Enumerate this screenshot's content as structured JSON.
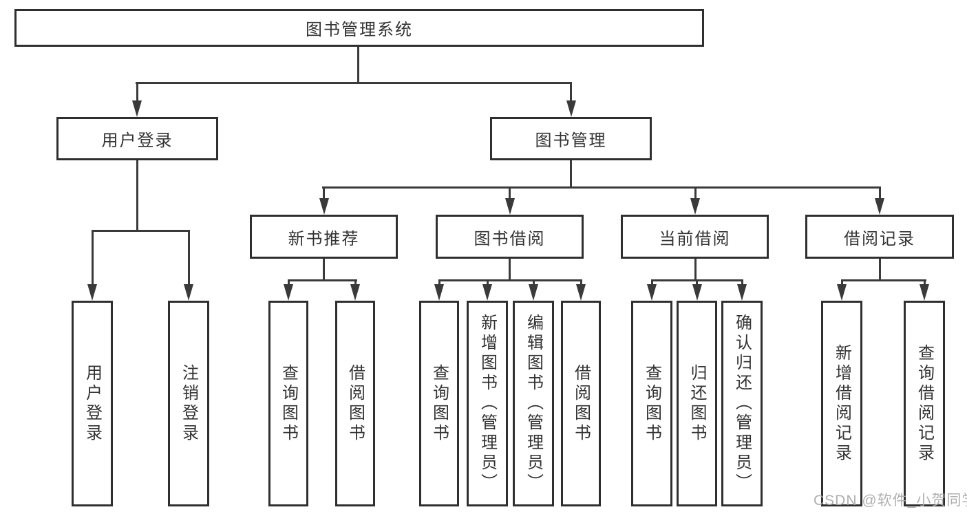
{
  "tree": {
    "label": "图书管理系统",
    "children": [
      {
        "label": "用户登录",
        "children": [
          {
            "label": "用户登录"
          },
          {
            "label": "注销登录"
          }
        ]
      },
      {
        "label": "图书管理",
        "children": [
          {
            "label": "新书推荐",
            "children": [
              {
                "label": "查询图书"
              },
              {
                "label": "借阅图书"
              }
            ]
          },
          {
            "label": "图书借阅",
            "children": [
              {
                "label": "查询图书"
              },
              {
                "label": "新增图书（管理员）"
              },
              {
                "label": "编辑图书（管理员）"
              },
              {
                "label": "借阅图书"
              }
            ]
          },
          {
            "label": "当前借阅",
            "children": [
              {
                "label": "查询图书"
              },
              {
                "label": "归还图书"
              },
              {
                "label": "确认归还（管理员）"
              }
            ]
          },
          {
            "label": "借阅记录",
            "children": [
              {
                "label": "新增借阅记录"
              },
              {
                "label": "查询借阅记录"
              }
            ]
          }
        ]
      }
    ]
  },
  "watermark": {
    "text": "CSDN @软件_小贺同学"
  },
  "colors": {
    "background": "#ffffff",
    "box_border": "#2f2f2f",
    "line": "#3a3a3a",
    "text": "#333333",
    "watermark": "#a8a8a8"
  }
}
